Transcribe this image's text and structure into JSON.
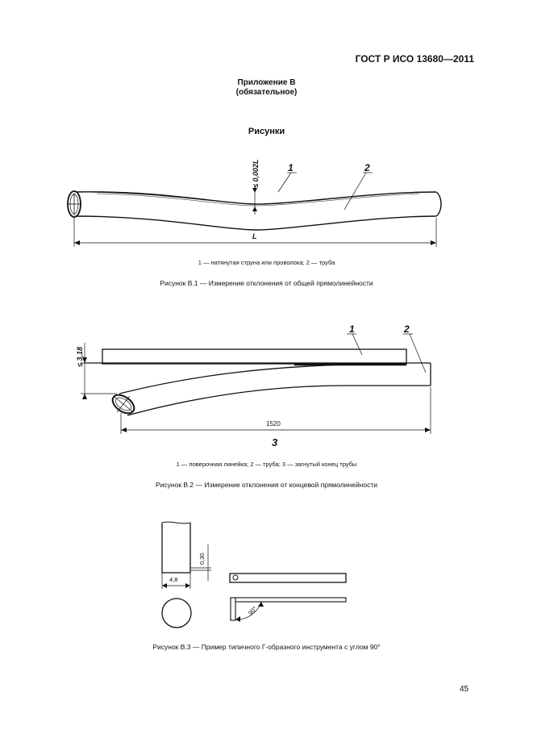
{
  "header": {
    "standard": "ГОСТ Р ИСО 13680—2011"
  },
  "appendix": {
    "title": "Приложение В",
    "status": "(обязательное)"
  },
  "section": {
    "title": "Рисунки"
  },
  "figure1": {
    "callout_1": "1",
    "callout_2": "2",
    "dim_deviation": "≤ 0,002L",
    "dim_length": "L",
    "legend": "1 — натянутая струна или проволока; 2 — труба",
    "caption": "Рисунок В.1 — Измерение отклонения от общей прямолинейности"
  },
  "figure2": {
    "callout_1": "1",
    "callout_2": "2",
    "callout_3": "3",
    "dim_deviation": "≤ 3,18",
    "dim_length": "1520",
    "legend": "1 — поверочная линейка; 2 — труба; 3 — загнутый конец трубы",
    "caption": "Рисунок В.2 — Измерение отклонения от концевой прямолинейности"
  },
  "figure3": {
    "dim_width": "4,8",
    "dim_thickness": "0,30",
    "dim_angle": "90°",
    "caption": "Рисунок В.3 — Пример типичного Г-образного инструмента с углом 90°"
  },
  "page": {
    "number": "45"
  }
}
